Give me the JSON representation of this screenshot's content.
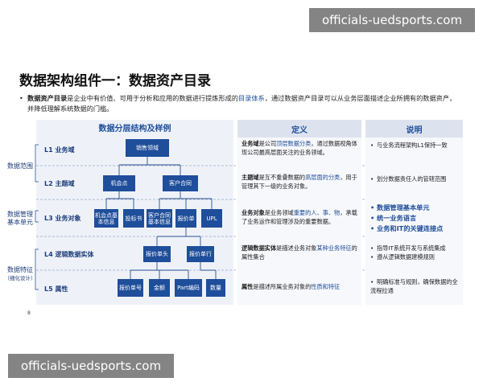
{
  "watermark": {
    "top": "officials-uedsports.com",
    "bottom": "officials-uedsports.com"
  },
  "slide": {
    "title": "数据架构组件一：数据资产目录",
    "bullet": {
      "term": "数据资产目录",
      "text1": "是企业中有价值、可用于分析和应用的数据进行提炼形成的",
      "highlight": "目录体系",
      "text2": "，通过数据资产目录可以从业务层面描述企业所拥有的数据资产，并降低理解系统数据的门槛。"
    },
    "page_number": "8"
  },
  "diagram": {
    "title": "数据分层结构及样例",
    "levels": [
      {
        "label": "L1 业务域"
      },
      {
        "label": "L2 主题域"
      },
      {
        "label": "L3 业务对象"
      },
      {
        "label": "L4 逻辑数据实体"
      },
      {
        "label": "L5 属性"
      }
    ],
    "side_labels": {
      "scope": "数据范围",
      "mgmt_line1": "数据管理",
      "mgmt_line2": "基本单元",
      "feature_line1": "数据特征",
      "feature_line2": "（细化设计）"
    },
    "nodes": {
      "l1": "销售领域",
      "l2a": "机会点",
      "l2b": "客户合同",
      "l3a": "机会点基本信息",
      "l3b": "投标书",
      "l3c": "客户合同基本信息",
      "l3d": "报价单",
      "l3e": "UPL",
      "l4a": "报价单头",
      "l4b": "报价单行",
      "l5a": "报价单号",
      "l5b": "金额",
      "l5c": "Part编码",
      "l5d": "数量"
    }
  },
  "table": {
    "headers": {
      "definition": "定义",
      "description": "说明"
    },
    "rows": [
      {
        "term": "业务域",
        "d1": "是公司",
        "hl": "顶层数据分类",
        "d2": "，通过数据视角体现公司最高层面关注的业务领域。",
        "notes": [
          "与业务流程架构L1保持一致"
        ]
      },
      {
        "term": "主题域",
        "d1": "是互不重叠数据的",
        "hl": "高层面的分类",
        "d2": "，用于管理其下一级的业务对象。",
        "notes": [
          "划分数据责任人的管辖范围"
        ]
      },
      {
        "term": "业务对象",
        "d1": "是业务领域",
        "hl": "重要的人、事、物",
        "d2": "，承载了业务运作和管理涉及的重要数据。",
        "notes": [
          "数据管理基本单元",
          "统一业务语言",
          "业务和IT的关键连接点"
        ]
      },
      {
        "term": "逻辑数据实体",
        "d1": "是描述业务对象",
        "hl": "某种业务特征",
        "d2": "的属性集合",
        "notes": [
          "指导IT系统开发与系统集成",
          "遵从逻辑数据建模规则"
        ]
      },
      {
        "term": "属性",
        "d1": "是描述所属业务对象的",
        "hl": "性质和特征",
        "d2": "",
        "notes": [
          "明确标准与规则，确保数据的全流程拉通"
        ]
      }
    ]
  }
}
